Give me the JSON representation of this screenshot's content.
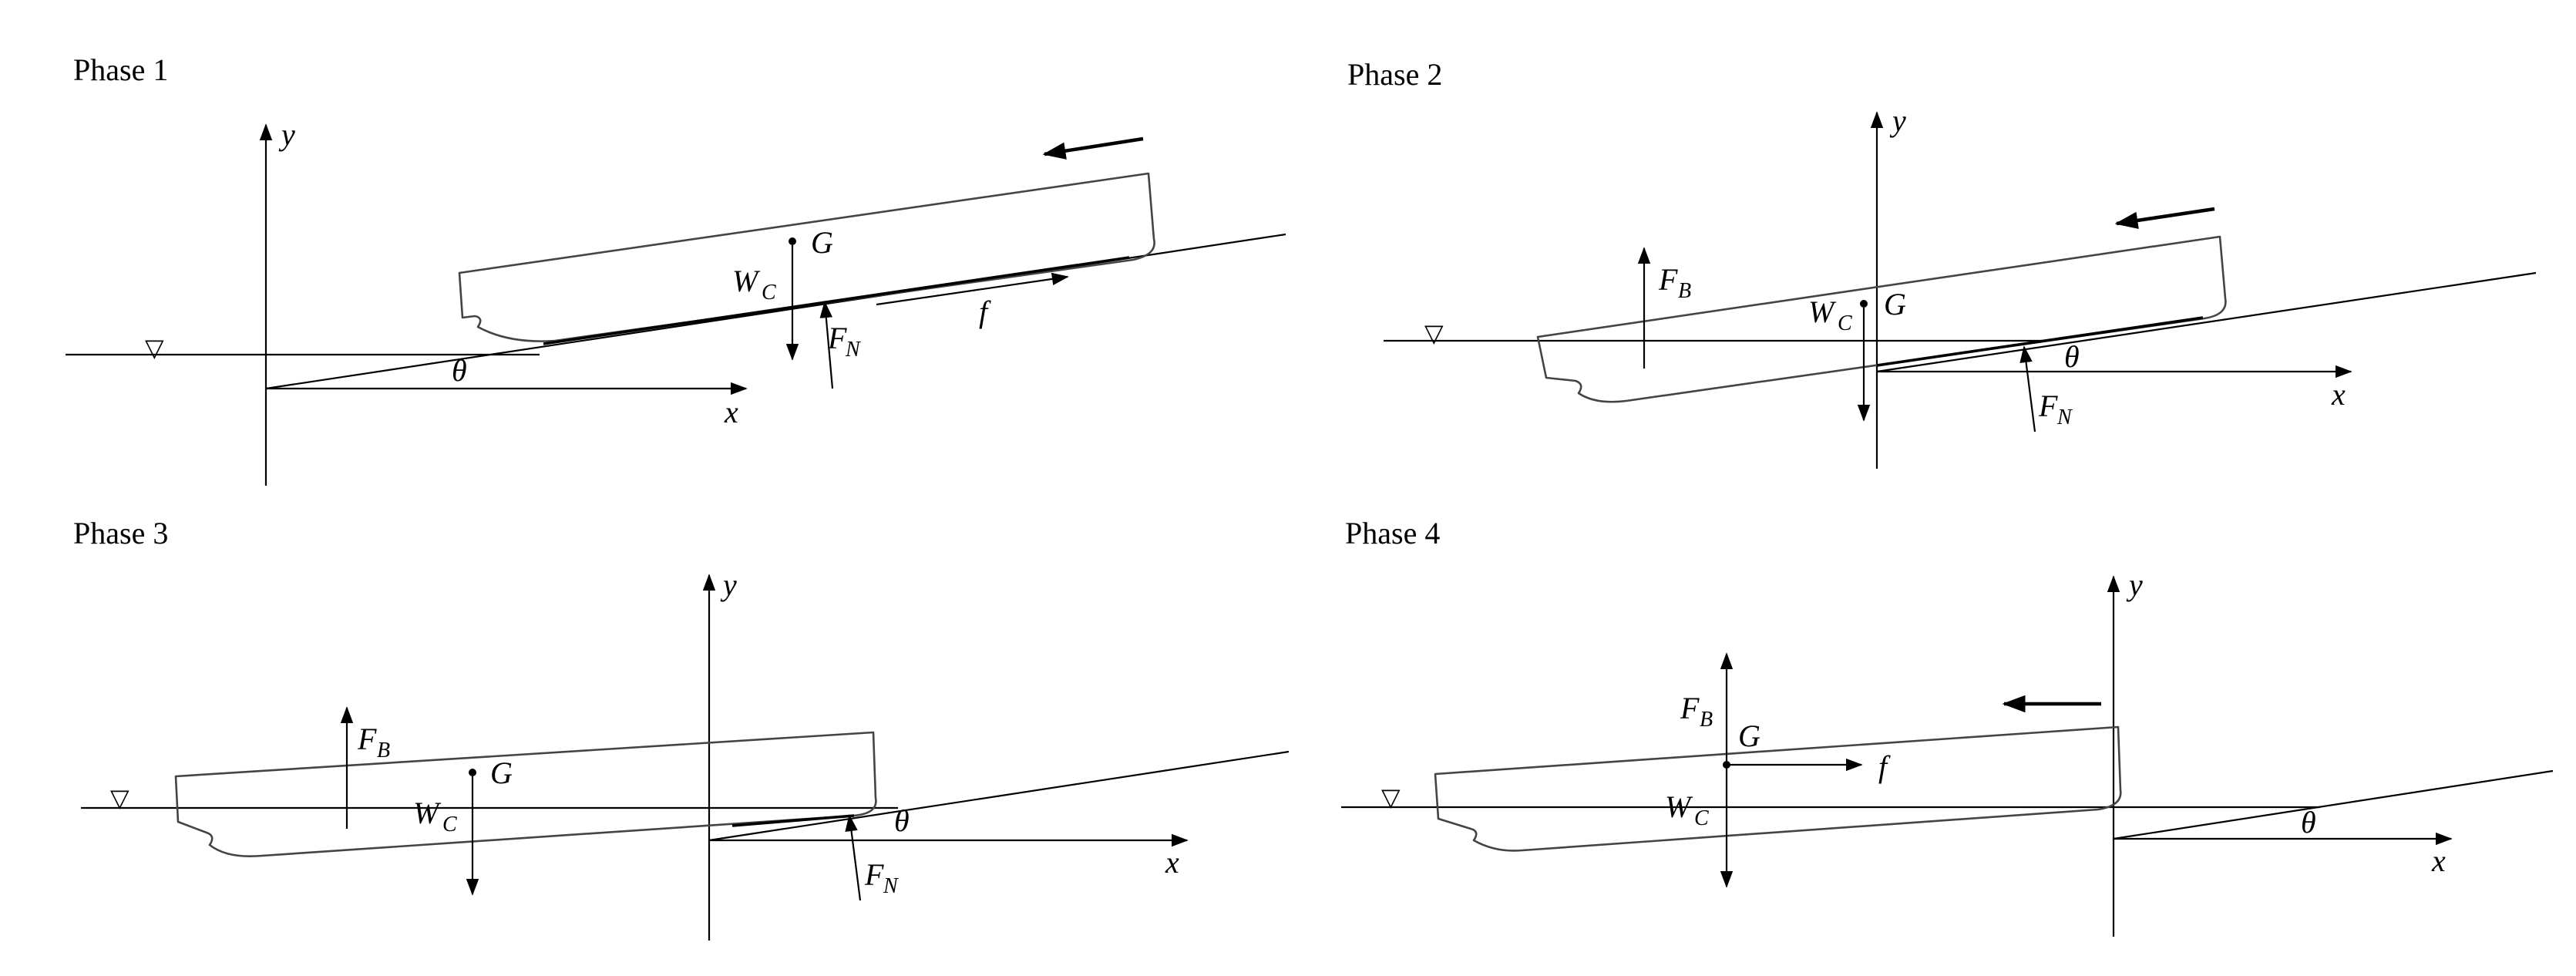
{
  "phases": [
    {
      "title": "Phase 1"
    },
    {
      "title": "Phase 2"
    },
    {
      "title": "Phase 3"
    },
    {
      "title": "Phase 4"
    }
  ],
  "labels": {
    "x_axis": "x",
    "y_axis": "y",
    "center_of_gravity": "G",
    "weight": "W",
    "weight_sub": "C",
    "normal_force": "F",
    "normal_force_sub": "N",
    "buoyancy": "F",
    "buoyancy_sub": "B",
    "friction": "f",
    "angle": "θ",
    "waterline_symbol": "▽"
  }
}
